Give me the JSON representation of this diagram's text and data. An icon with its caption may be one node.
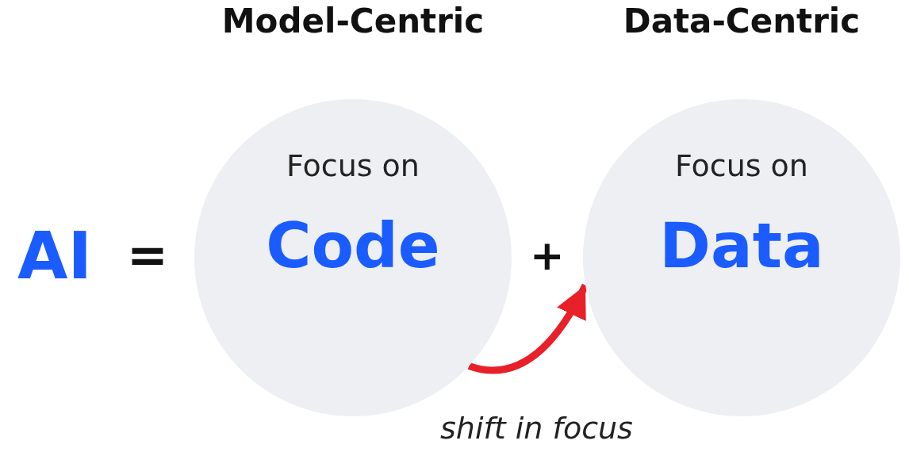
{
  "diagram": {
    "nodes": [
      {
        "text": [
          "Model-Centric",
          "Focus on",
          "Code"
        ]
      },
      {
        "text": [
          "Data-Centric",
          "Focus on",
          "Data"
        ]
      }
    ],
    "edges": [
      {
        "from": 0,
        "to": 1,
        "arrow": "to",
        "label": "shift in focus",
        "color": "#e8202a"
      }
    ],
    "labels": [
      "AI",
      "=",
      "+"
    ]
  }
}
